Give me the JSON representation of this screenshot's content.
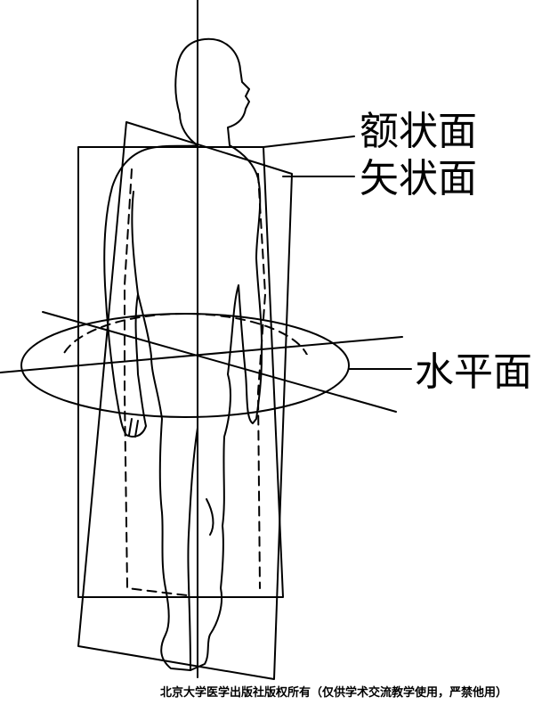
{
  "labels": {
    "coronal": "额状面",
    "sagittal": "矢状面",
    "horizontal": "水平面"
  },
  "copyright": "北京大学医学出版社版权所有（仅供学术交流教学使用，严禁他用）",
  "colors": {
    "line": "#000000",
    "background": "#ffffff"
  }
}
